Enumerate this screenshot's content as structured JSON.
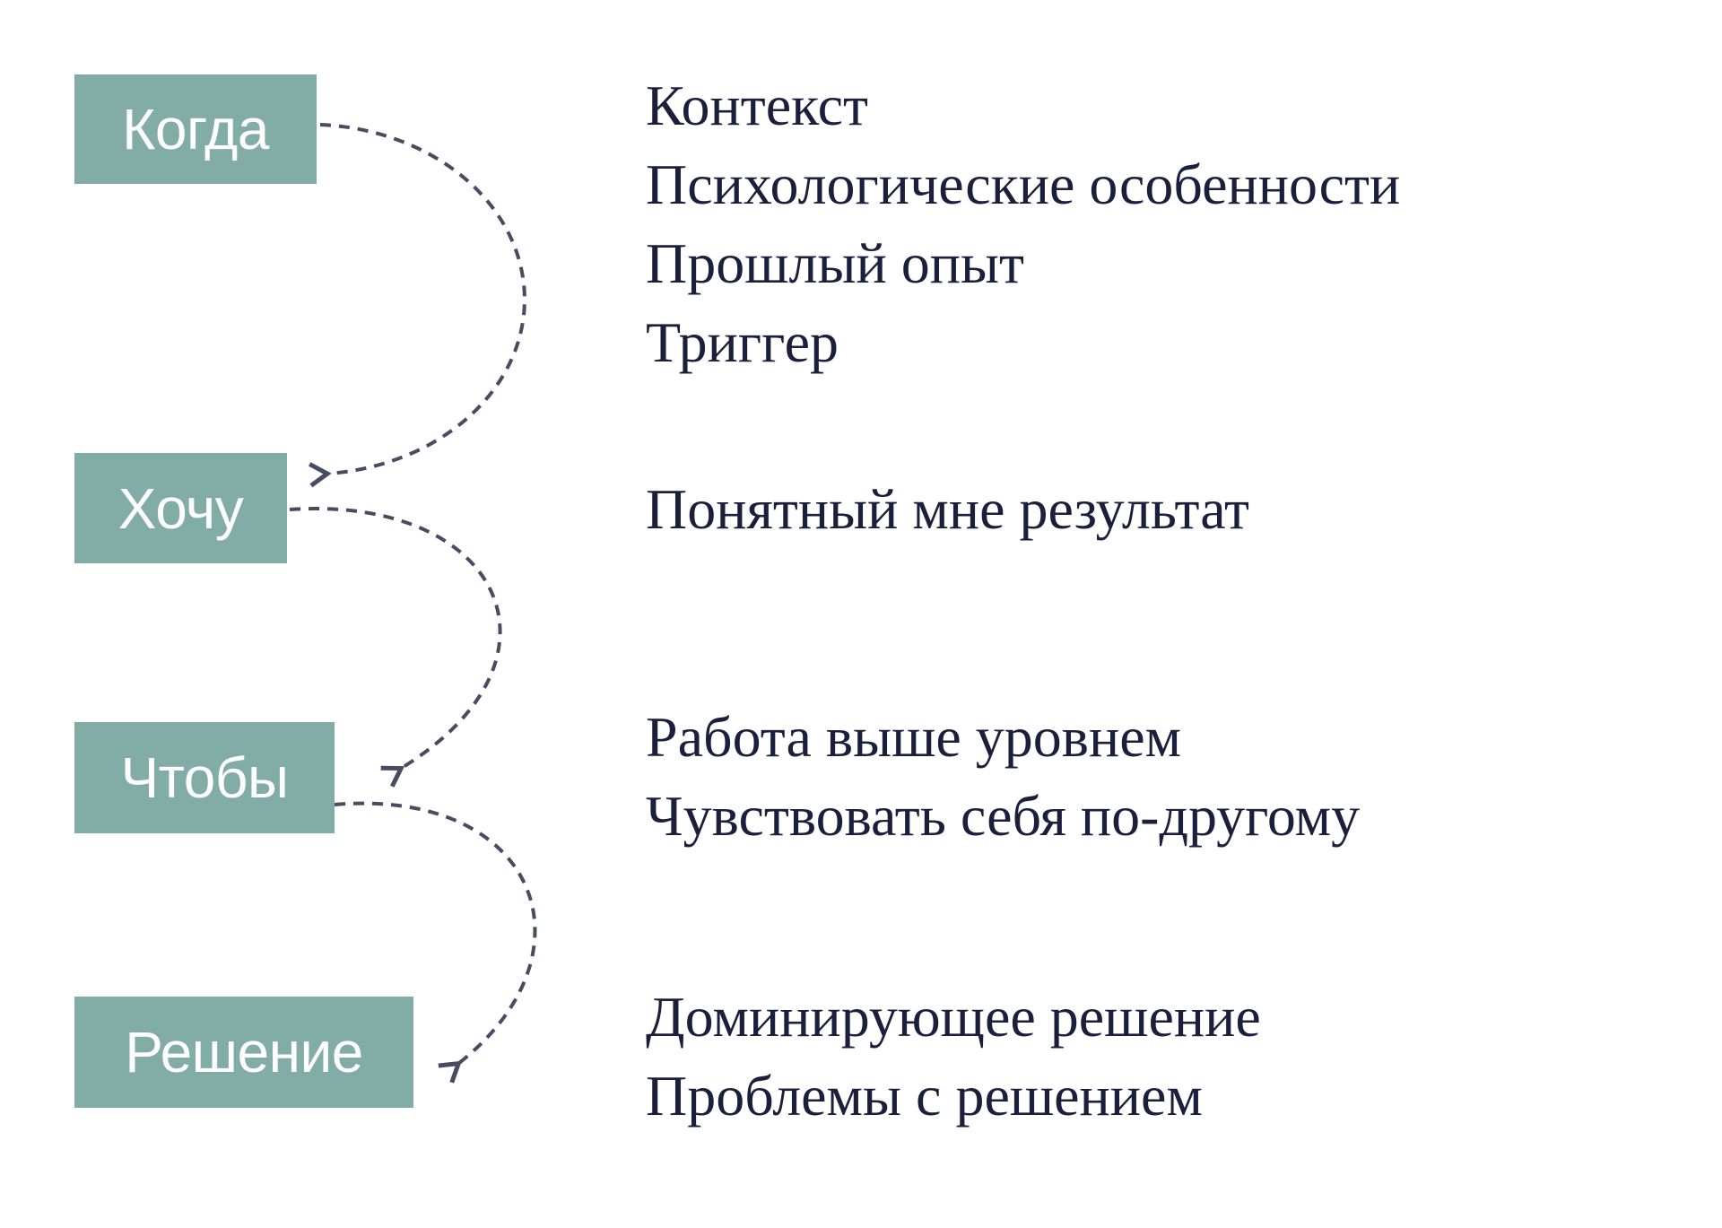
{
  "boxes": [
    {
      "label": "Когда"
    },
    {
      "label": "Хочу"
    },
    {
      "label": "Чтобы"
    },
    {
      "label": "Решение"
    }
  ],
  "groups": [
    {
      "lines": [
        "Контекст",
        "Психологические особенности",
        "Прошлый опыт",
        "Триггер"
      ]
    },
    {
      "lines": [
        "Понятный мне результат"
      ]
    },
    {
      "lines": [
        "Работа выше уровнем",
        "Чувствовать себя по-другому"
      ]
    },
    {
      "lines": [
        "Доминирующее решение",
        "Проблемы с решением"
      ]
    }
  ],
  "colors": {
    "box_fill": "#82aca6",
    "box_text": "#fdfdfd",
    "body_text": "#1a1f3c",
    "arrow": "#474d61",
    "background": "#ffffff"
  }
}
